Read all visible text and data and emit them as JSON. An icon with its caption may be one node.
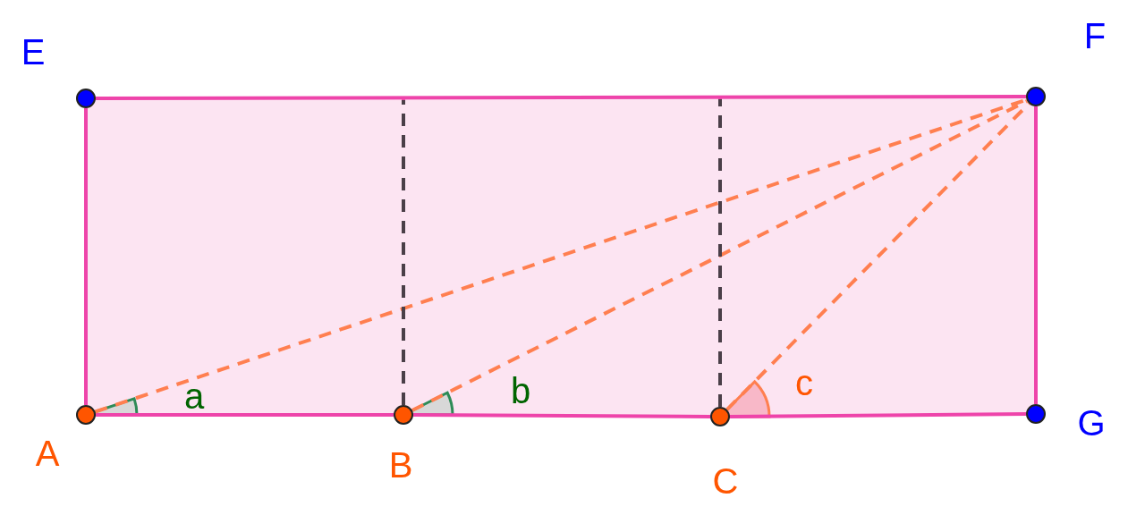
{
  "diagram": {
    "nodes": [
      {
        "text": [],
        "shape": "circle",
        "beside": [
          "E"
        ]
      },
      {
        "text": [],
        "shape": "circle",
        "beside": [
          "F"
        ]
      },
      {
        "text": [],
        "shape": "circle",
        "beside": [
          "G"
        ]
      },
      {
        "text": [],
        "shape": "circle",
        "beside": [
          "A"
        ]
      },
      {
        "text": [],
        "shape": "circle",
        "beside": [
          "B"
        ]
      },
      {
        "text": [],
        "shape": "circle",
        "beside": [
          "C"
        ]
      },
      {
        "text": [],
        "shape": "point"
      },
      {
        "text": [],
        "shape": "point"
      }
    ],
    "edges": [
      {
        "from": 0,
        "to": 1,
        "arrow": "none"
      },
      {
        "from": 1,
        "to": 2,
        "arrow": "none"
      },
      {
        "from": 2,
        "to": 5,
        "arrow": "none"
      },
      {
        "from": 5,
        "to": 4,
        "arrow": "none"
      },
      {
        "from": 4,
        "to": 3,
        "arrow": "none"
      },
      {
        "from": 3,
        "to": 0,
        "arrow": "none"
      },
      {
        "from": 3,
        "to": 1,
        "arrow": "none",
        "style": "dashed",
        "color": "#ff7f50"
      },
      {
        "from": 4,
        "to": 1,
        "arrow": "none",
        "style": "dashed",
        "color": "#ff7f50"
      },
      {
        "from": 5,
        "to": 1,
        "arrow": "none",
        "style": "dashed",
        "color": "#ff7f50"
      },
      {
        "from": 4,
        "to": 6,
        "arrow": "none",
        "style": "dashed",
        "color": "#4a3f48"
      },
      {
        "from": 5,
        "to": 7,
        "arrow": "none",
        "style": "dashed",
        "color": "#4a3f48"
      }
    ],
    "labels": [
      "a",
      "b",
      "c"
    ]
  }
}
